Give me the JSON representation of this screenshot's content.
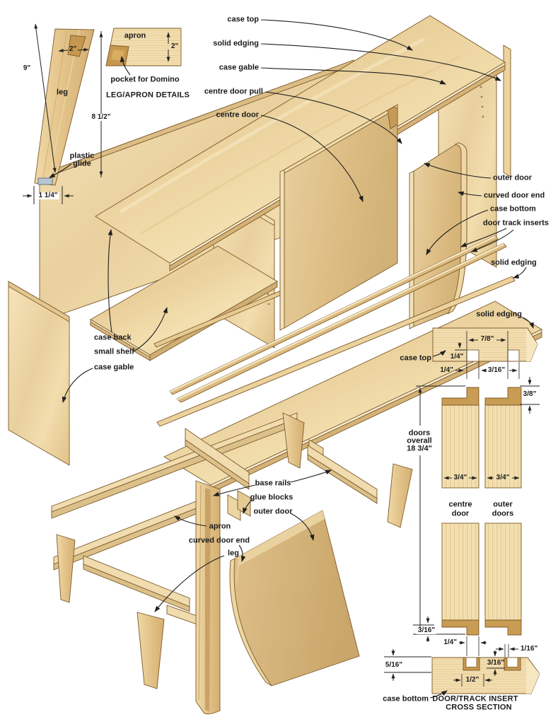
{
  "colors": {
    "wood_light": "#f4e2b6",
    "wood_mid": "#e7cd9b",
    "wood_dark": "#d5b277",
    "insert_brown": "#c6974e",
    "outline": "#7d5a2b",
    "leader": "#1f1f1f",
    "glide_blue": "#b7c6d2",
    "text": "#1b1b1b"
  },
  "leg_apron_detail": {
    "title": "LEG/APRON DETAILS",
    "leg": "leg",
    "apron": "apron",
    "pocket": "pocket for Domino",
    "plastic_glide_l1": "plastic",
    "plastic_glide_l2": "glide",
    "dim_leg_height": "9\"",
    "dim_leg_top_width": "2\"",
    "dim_apron_height": "2\"",
    "dim_apron_drop": "8 1/2\"",
    "dim_foot_width": "1 1/4\""
  },
  "exploded_view": {
    "case_top": "case top",
    "solid_edging_top": "solid edging",
    "case_gable_top": "case gable",
    "centre_door_pull": "centre door pull",
    "centre_door": "centre door",
    "outer_door": "outer door",
    "curved_door_end": "curved door end",
    "case_bottom": "case bottom",
    "door_track_inserts": "door track inserts",
    "solid_edging_mid": "solid edging",
    "case_back": "case back",
    "small_shelf": "small shelf",
    "case_gable_left": "case gable"
  },
  "base_view": {
    "base_rails": "base rails",
    "glue_blocks": "glue blocks",
    "outer_door": "outer door",
    "apron": "apron",
    "curved_door_end": "curved door end",
    "leg": "leg"
  },
  "cross_section": {
    "solid_edging": "solid edging",
    "case_top": "case top",
    "case_bottom": "case bottom",
    "title_l1": "DOOR/TRACK INSERT",
    "title_l2": "CROSS SECTION",
    "doors_overall_l1": "doors",
    "doors_overall_l2": "overall",
    "doors_overall_l3": "18 3/4\"",
    "centre_door_l1": "centre",
    "centre_door_l2": "door",
    "outer_doors_l1": "outer",
    "outer_doors_l2": "doors",
    "dim_groove_spacing": "7/8\"",
    "dim_groove_depth": "1/4\"",
    "dim_groove1_width": "1/4\"",
    "dim_groove2_width": "3/16\"",
    "dim_top_gap": "3/8\"",
    "dim_centre_door_thickness": "3/4\"",
    "dim_outer_door_thickness": "3/4\"",
    "dim_bottom_rabbet": "3/16\"",
    "dim_bottom_tongue": "1/4\"",
    "dim_clearance": "1/16\"",
    "dim_insert_groove": "3/16\"",
    "dim_bottom_edge": "5/16\"",
    "dim_track_spacing": "1/2\""
  }
}
